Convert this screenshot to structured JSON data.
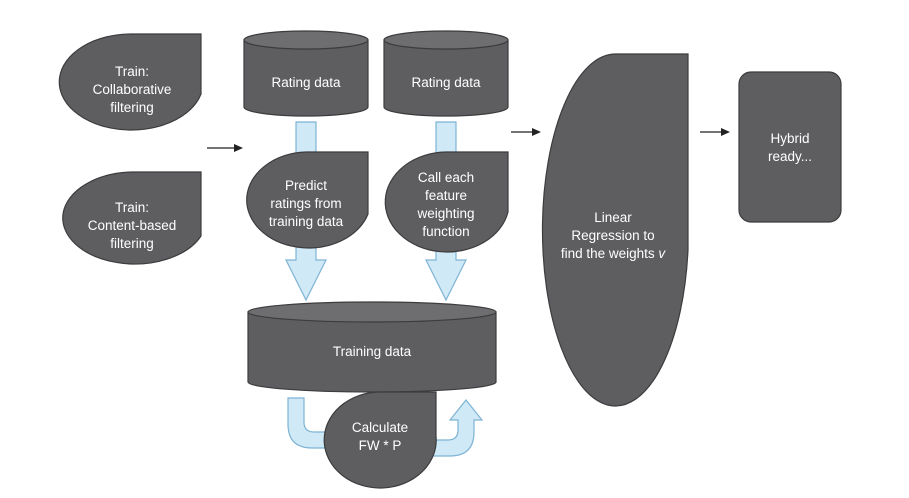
{
  "nodes": {
    "train_cf": [
      "Train:",
      "Collaborative",
      "filtering"
    ],
    "train_cb": [
      "Train:",
      "Content-based",
      "filtering"
    ],
    "rating_data_1": [
      "Rating data"
    ],
    "rating_data_2": [
      "Rating data"
    ],
    "predict": [
      "Predict",
      "ratings from",
      "training data"
    ],
    "call_fw": [
      "Call each",
      "feature",
      "weighting",
      "function"
    ],
    "training_data": [
      "Training data"
    ],
    "calculate": [
      "Calculate",
      "FW * P"
    ],
    "linear_regression_1": "Linear",
    "linear_regression_2": "Regression to",
    "linear_regression_3_prefix": "find the weights ",
    "linear_regression_3_var": "v",
    "hybrid": [
      "Hybrid",
      "ready..."
    ]
  },
  "colors": {
    "shape_fill": "#5e5e61",
    "shape_stroke": "#3c3c3e",
    "arrow_fill": "#cfe9f7",
    "arrow_stroke": "#7eb3d4",
    "text": "#ffffff",
    "connector": "#222222"
  }
}
